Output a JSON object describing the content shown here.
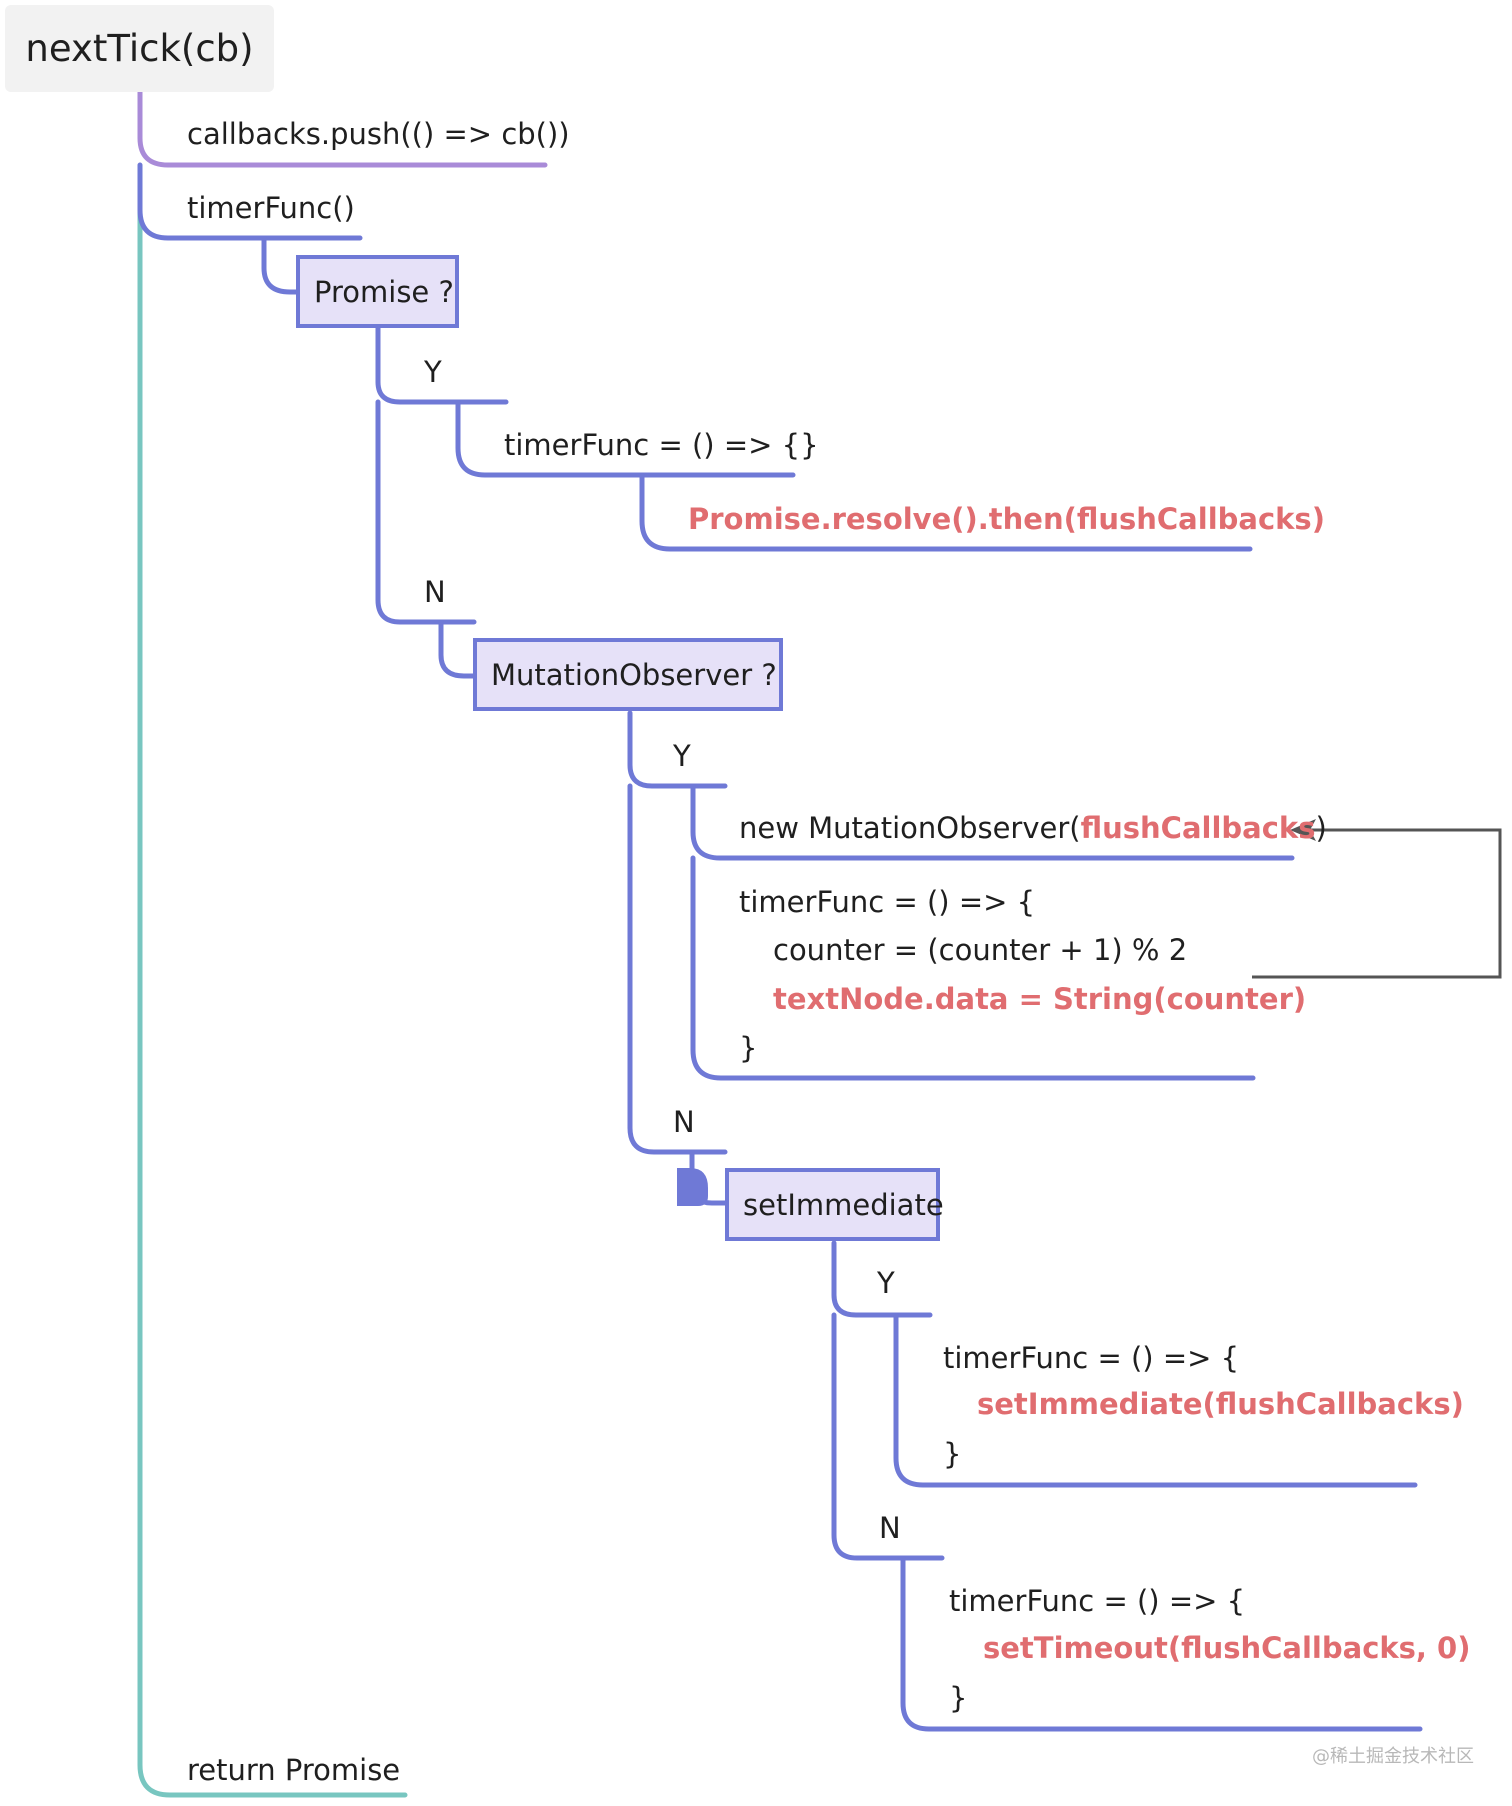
{
  "root": {
    "label": "nextTick(cb)"
  },
  "main_steps": {
    "push": "callbacks.push(() => cb())",
    "timer": "timerFunc()",
    "ret": "return Promise"
  },
  "promise_branch": {
    "question": "Promise ?",
    "yes": "Y",
    "no": "N",
    "assign": "timerFunc = () => {}",
    "resolve": "Promise.resolve().then(flushCallbacks)"
  },
  "mutation_branch": {
    "question": "MutationObserver ?",
    "yes": "Y",
    "no": "N",
    "observer_prefix": "new MutationObserver(",
    "observer_arg": "flushCallbacks",
    "observer_suffix": ")",
    "func_open": "timerFunc = () => {",
    "counter": "counter = (counter + 1) % 2",
    "textnode": "textNode.data = String(counter)",
    "func_close": "}"
  },
  "immediate_branch": {
    "question": "setImmediate",
    "yes": "Y",
    "no": "N",
    "yes_open": "timerFunc = () => {",
    "yes_call": "setImmediate(flushCallbacks)",
    "yes_close": "}",
    "no_open": "timerFunc = () => {",
    "no_call": "setTimeout(flushCallbacks, 0)",
    "no_close": "}"
  },
  "watermark": "@稀土掘金技术社区",
  "colors": {
    "branch_blue": "#6f79d6",
    "branch_purple": "#a98bd8",
    "trunk_teal": "#78c6c0",
    "highlight_red": "#e06d70",
    "box_fill": "#e6e1f8",
    "arrow_gray": "#555555"
  }
}
